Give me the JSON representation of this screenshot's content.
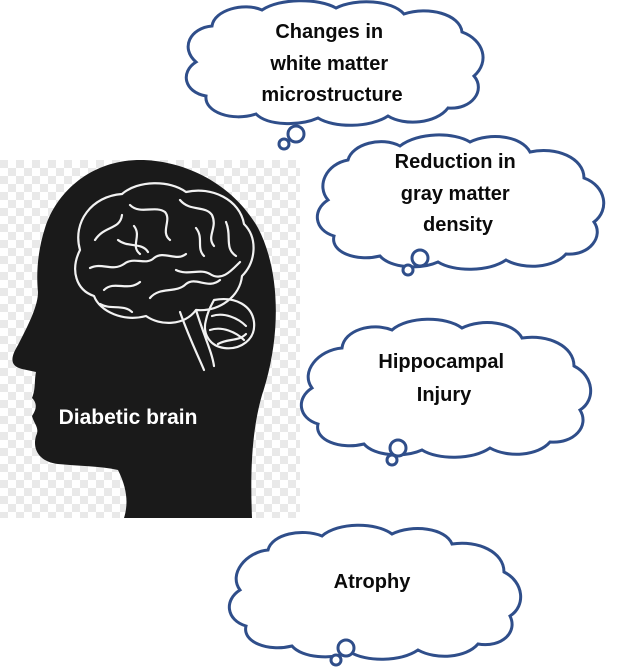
{
  "head": {
    "label": "Diabetic brain"
  },
  "clouds": [
    {
      "id": "white-matter",
      "lines": [
        "Changes in",
        "white matter",
        "microstructure"
      ]
    },
    {
      "id": "gray-matter",
      "lines": [
        "Reduction in",
        "gray matter",
        "density"
      ]
    },
    {
      "id": "hippocampal",
      "lines": [
        "Hippocampal",
        "Injury"
      ]
    },
    {
      "id": "atrophy",
      "lines": [
        "Atrophy"
      ]
    }
  ],
  "colors": {
    "cloud_outline": "#2f4e8a",
    "cloud_fill": "#ffffff",
    "head_fill": "#1a1a1a",
    "brain_lines": "#f2f2f2",
    "text": "#0b0b0b"
  }
}
